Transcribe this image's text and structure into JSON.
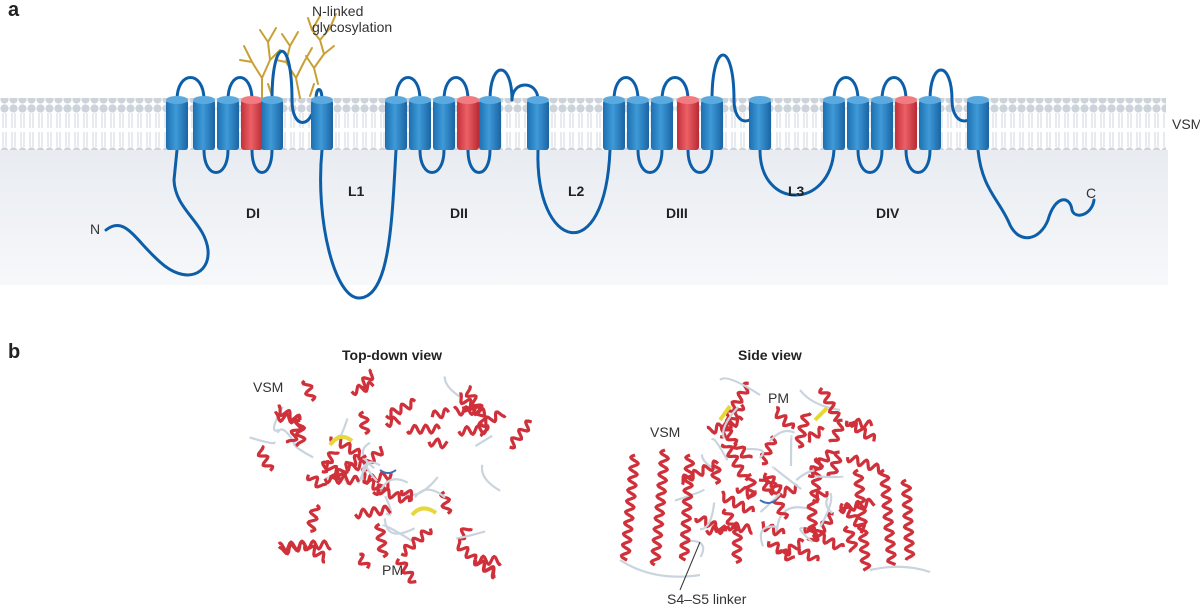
{
  "panel_a": {
    "letter": "a",
    "glycosylation_label_line1": "N-linked",
    "glycosylation_label_line2": "glycosylation",
    "membrane_label": "VSM",
    "n_terminus": "N",
    "c_terminus": "C",
    "domains": [
      "DI",
      "DII",
      "DIII",
      "DIV"
    ],
    "linkers": [
      "L1",
      "L2",
      "L3"
    ],
    "colors": {
      "helix": "#2e86c9",
      "voltage_sensor_helix": "#e0474c",
      "chain": "#0d5ea8",
      "glycan": "#c8a035",
      "lipid_head": "#cfd5dc",
      "cytoplasm": "#eef1f5"
    }
  },
  "panel_b": {
    "letter": "b",
    "top_view_title": "Top-down view",
    "side_view_title": "Side view",
    "top_view_labels": {
      "vsm": "VSM",
      "pm": "PM"
    },
    "side_view_labels": {
      "vsm": "VSM",
      "pm": "PM",
      "linker": "S4–S5 linker"
    },
    "colors": {
      "helix": "#d0303a",
      "loop": "#c9d4de",
      "sheet": "#e6d83a",
      "turn": "#3a6fb5"
    }
  }
}
